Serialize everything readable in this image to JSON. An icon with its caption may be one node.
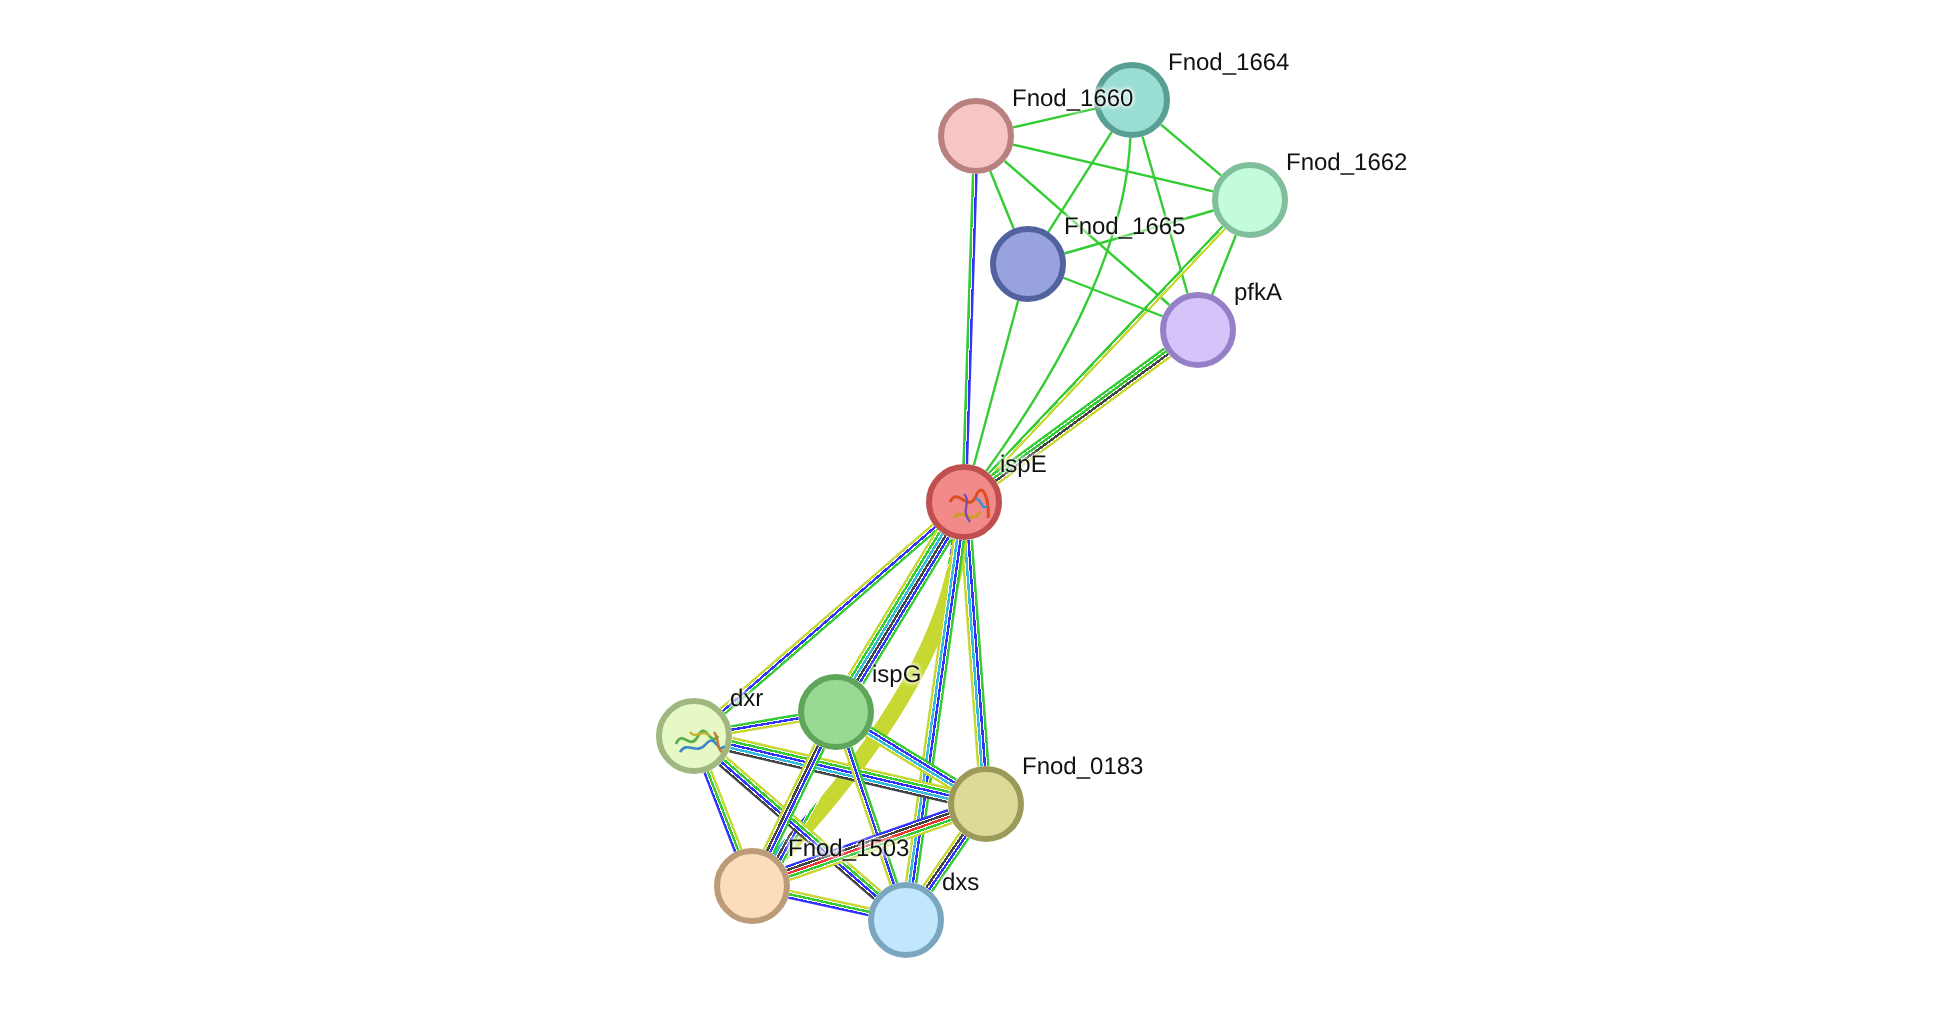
{
  "diagram": {
    "nodes": [
      {
        "text": [],
        "shape": "circle",
        "beside": [
          "Fnod_1660"
        ]
      },
      {
        "text": [],
        "shape": "circle",
        "beside": [
          "Fnod_1664"
        ]
      },
      {
        "text": [],
        "shape": "circle",
        "beside": [
          "Fnod_1662"
        ]
      },
      {
        "text": [],
        "shape": "circle",
        "beside": [
          "Fnod_1665"
        ]
      },
      {
        "text": [],
        "shape": "circle",
        "beside": [
          "pfkA"
        ]
      },
      {
        "text": [],
        "shape": "circle",
        "beside": [
          "ispE"
        ]
      },
      {
        "text": [],
        "shape": "circle",
        "beside": [
          "dxr"
        ]
      },
      {
        "text": [],
        "shape": "circle",
        "beside": [
          "ispG"
        ]
      },
      {
        "text": [],
        "shape": "circle",
        "beside": [
          "Fnod_0183"
        ]
      },
      {
        "text": [],
        "shape": "circle",
        "beside": [
          "Fnod_1503"
        ]
      },
      {
        "text": [],
        "shape": "circle",
        "beside": [
          "dxs"
        ]
      }
    ],
    "edges": [
      {
        "from": 0,
        "to": 1,
        "arrow": "none"
      },
      {
        "from": 0,
        "to": 2,
        "arrow": "none"
      },
      {
        "from": 0,
        "to": 3,
        "arrow": "none"
      },
      {
        "from": 0,
        "to": 4,
        "arrow": "none"
      },
      {
        "from": 0,
        "to": 5,
        "arrow": "none",
        "color": "#3333ff"
      },
      {
        "from": 1,
        "to": 2,
        "arrow": "none"
      },
      {
        "from": 1,
        "to": 3,
        "arrow": "none"
      },
      {
        "from": 1,
        "to": 4,
        "arrow": "none"
      },
      {
        "from": 1,
        "to": 5,
        "arrow": "none"
      },
      {
        "from": 2,
        "to": 3,
        "arrow": "none"
      },
      {
        "from": 2,
        "to": 4,
        "arrow": "none"
      },
      {
        "from": 2,
        "to": 5,
        "arrow": "none",
        "color": "#c8d832"
      },
      {
        "from": 3,
        "to": 4,
        "arrow": "none"
      },
      {
        "from": 3,
        "to": 5,
        "arrow": "none"
      },
      {
        "from": 4,
        "to": 5,
        "arrow": "none",
        "color": "#c8d832"
      },
      {
        "from": 5,
        "to": 6,
        "arrow": "none"
      },
      {
        "from": 5,
        "to": 7,
        "arrow": "none"
      },
      {
        "from": 5,
        "to": 8,
        "arrow": "none"
      },
      {
        "from": 5,
        "to": 9,
        "arrow": "none",
        "color": "#c8d832"
      },
      {
        "from": 5,
        "to": 10,
        "arrow": "none"
      },
      {
        "from": 6,
        "to": 7,
        "arrow": "none"
      },
      {
        "from": 6,
        "to": 8,
        "arrow": "none",
        "color": "#c8d832"
      },
      {
        "from": 6,
        "to": 9,
        "arrow": "none",
        "color": "#c8d832"
      },
      {
        "from": 6,
        "to": 10,
        "arrow": "none",
        "color": "#c8d832"
      },
      {
        "from": 7,
        "to": 8,
        "arrow": "none"
      },
      {
        "from": 7,
        "to": 9,
        "arrow": "none"
      },
      {
        "from": 7,
        "to": 10,
        "arrow": "none"
      },
      {
        "from": 8,
        "to": 9,
        "arrow": "none",
        "color": "#c8d832"
      },
      {
        "from": 8,
        "to": 10,
        "arrow": "none"
      },
      {
        "from": 9,
        "to": 10,
        "arrow": "none",
        "color": "#c8d832"
      }
    ]
  }
}
